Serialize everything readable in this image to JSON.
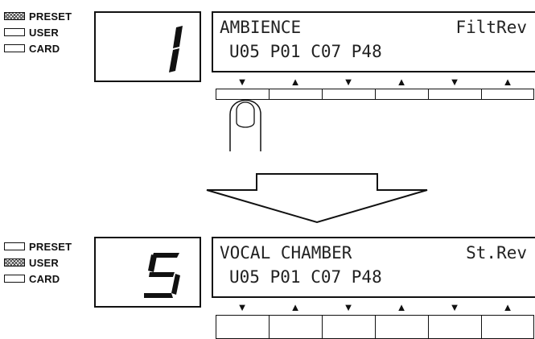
{
  "banks": [
    "PRESET",
    "USER",
    "CARD"
  ],
  "before": {
    "active_bank": "PRESET",
    "program_number": "1",
    "lcd_name": "AMBIENCE",
    "lcd_algorithm": "FiltRev",
    "lcd_params": [
      "U05",
      "P01",
      "C07",
      "P48"
    ]
  },
  "after": {
    "active_bank": "USER",
    "program_number": "5",
    "lcd_name": "VOCAL CHAMBER",
    "lcd_algorithm": "St.Rev",
    "lcd_params": [
      "U05",
      "P01",
      "C07",
      "P48"
    ]
  },
  "button_arrows": [
    "▼",
    "▲",
    "▼",
    "▲",
    "▼",
    "▲"
  ],
  "icons": [
    "pressing-finger-icon",
    "down-arrow-transition-icon"
  ]
}
